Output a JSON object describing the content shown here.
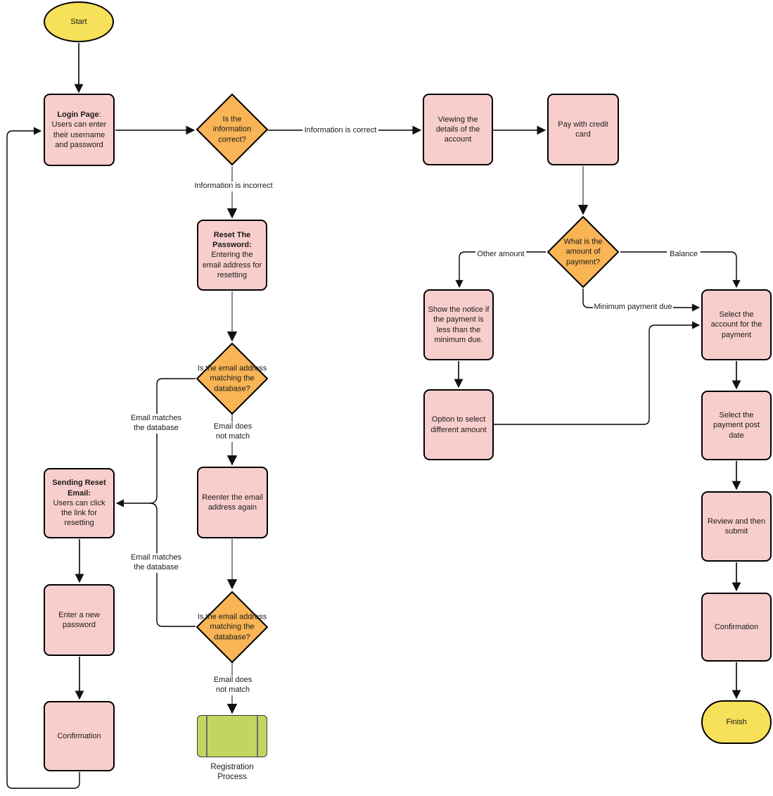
{
  "diagram_type": "flowchart",
  "colors": {
    "process_fill": "#f8cecc",
    "decision_fill": "#f8b455",
    "terminator_fill": "#f7e05a",
    "subprocess_fill": "#c1d65f",
    "shape_stroke": "#000000",
    "connector_black": "#000000",
    "connector_gray": "#7a7a7a",
    "text": "#1a1a1a",
    "background": "#ffffff"
  },
  "nodes": {
    "start": {
      "label": "Start"
    },
    "login_page": {
      "title": "Login Page",
      "title_suffix": ":",
      "body": "Users can enter their username and password"
    },
    "info_correct_decision": {
      "label": "Is the information correct?"
    },
    "viewing_details": {
      "label": "Viewing the details of the account"
    },
    "pay_credit_card": {
      "label": "Pay  with credit card"
    },
    "amount_decision": {
      "label": "What is the amount of payment?"
    },
    "show_notice": {
      "label": "Show the notice if the payment is less than the minimum due."
    },
    "option_different_amount": {
      "label": "Option to select different amount"
    },
    "select_account": {
      "label": "Select the account for the payment"
    },
    "select_post_date": {
      "label": "Select the payment post date"
    },
    "review_submit": {
      "label": "Review and then submit"
    },
    "confirmation_right": {
      "label": "Confirmation"
    },
    "finish": {
      "label": "Finish"
    },
    "reset_password": {
      "title": "Reset The Password:",
      "body": "Entering the email address for resetting"
    },
    "email_match_decision_1": {
      "label": "Is the email address matching the database?"
    },
    "reenter_email": {
      "label": "Reenter the email address again"
    },
    "email_match_decision_2": {
      "label": "Is the email address matching the database?"
    },
    "registration_process": {
      "label": "Registration Process"
    },
    "sending_reset_email": {
      "title": "Sending Reset Email:",
      "body": "Users can click the link for resetting"
    },
    "enter_new_password": {
      "label": "Enter a new password"
    },
    "confirmation_left": {
      "label": "Confirmation"
    }
  },
  "edge_labels": {
    "information_is_correct": "Information is correct",
    "information_is_incorrect": "Information is incorrect",
    "other_amount": "Other amount",
    "balance": "Balance",
    "minimum_payment_due": "Minimum payment due",
    "email_matches_db_1": "Email matches the database",
    "email_does_not_match_1": "Email does not match",
    "email_matches_db_2": "Email matches the database",
    "email_does_not_match_2": "Email does not match"
  }
}
